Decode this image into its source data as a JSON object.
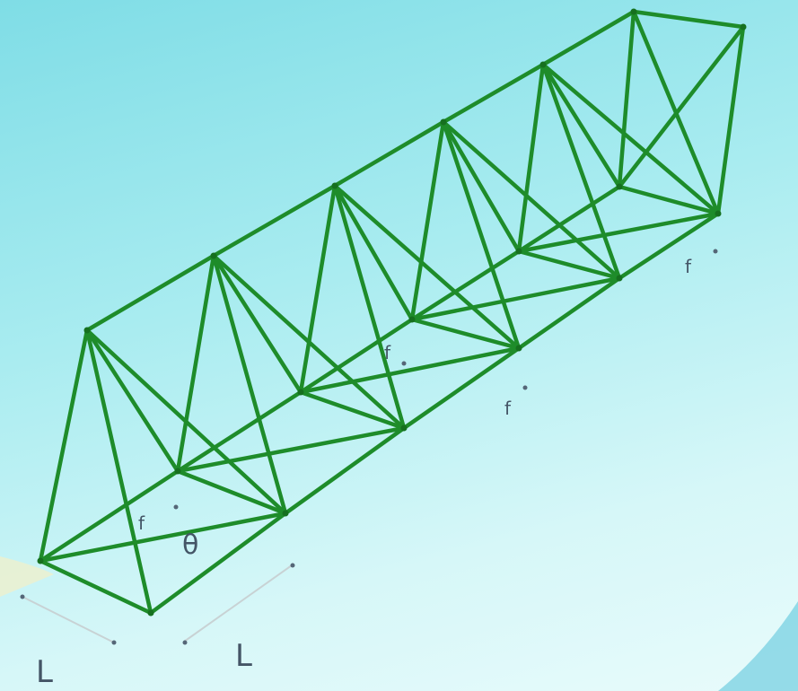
{
  "labels": {
    "theta": "θ",
    "length_left": "L",
    "length_right": "L",
    "force_1": "f",
    "force_2": "f",
    "force_3": "f",
    "force_4": "f"
  },
  "colors": {
    "member": "#1e8c2a",
    "member_dark": "#16701f",
    "text": "#445566",
    "dimension": "#c8d2d4",
    "background_top": "#7fdde6",
    "background_bottom": "#e8fbfb"
  }
}
